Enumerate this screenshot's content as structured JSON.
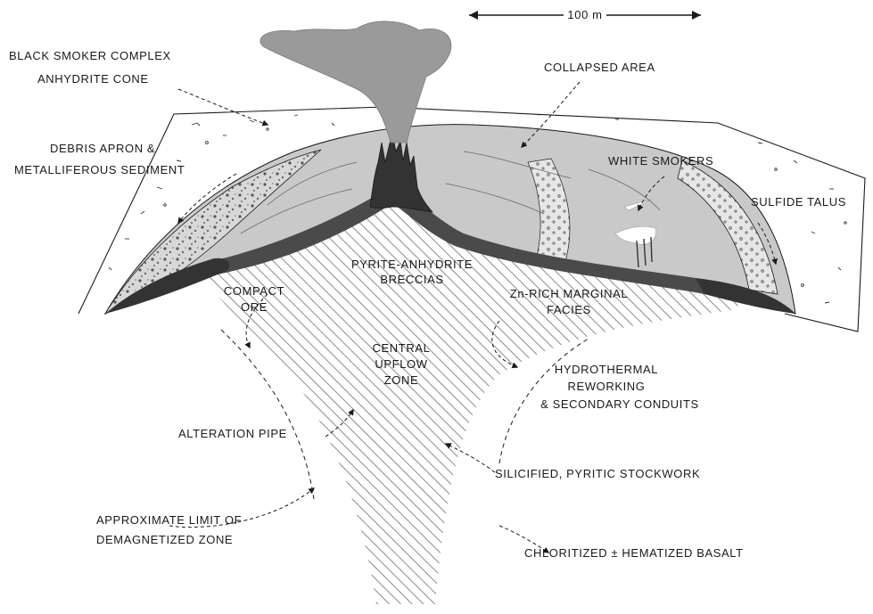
{
  "scale_bar": {
    "label": "100 m"
  },
  "labels": {
    "black_smoker_complex": "BLACK SMOKER COMPLEX",
    "anhydrite_cone": "ANHYDRITE CONE",
    "collapsed_area": "COLLAPSED AREA",
    "debris_apron_line1": "DEBRIS APRON &",
    "debris_apron_line2": "METALLIFEROUS SEDIMENT",
    "white_smokers": "WHITE SMOKERS",
    "sulfide_talus": "SULFIDE TALUS",
    "pyrite_anhydrite_line1": "PYRITE-ANHYDRITE",
    "pyrite_anhydrite_line2": "BRECCIAS",
    "compact_ore_line1": "COMPACT",
    "compact_ore_line2": "ORE",
    "zn_rich_line1": "Zn-RICH MARGINAL",
    "zn_rich_line2": "FACIES",
    "central_upflow_line1": "CENTRAL",
    "central_upflow_line2": "UPFLOW",
    "central_upflow_line3": "ZONE",
    "hydrothermal_line1": "HYDROTHERMAL",
    "hydrothermal_line2": "REWORKING",
    "hydrothermal_line3": "& SECONDARY CONDUITS",
    "alteration_pipe": "ALTERATION PIPE",
    "silicified_stockwork": "SILICIFIED, PYRITIC STOCKWORK",
    "approx_limit_line1": "APPROXIMATE LIMIT OF",
    "approx_limit_line2": "DEMAGNETIZED ZONE",
    "chloritized_basalt": "CHLORITIZED ± HEMATIZED BASALT"
  },
  "colors": {
    "mound_fill": "#c9c9c9",
    "massive_sulfide": "#4a4a4a",
    "plume": "#9a9a9a",
    "hatch": "#6e6e6e",
    "ink": "#1a1a1a"
  }
}
